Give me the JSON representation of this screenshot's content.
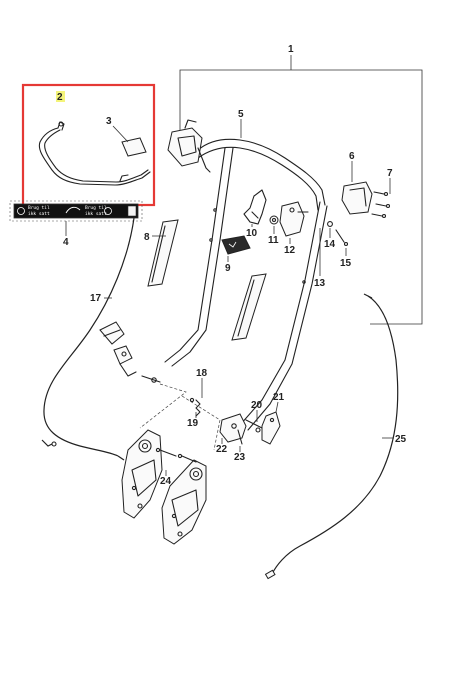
{
  "parts": [
    {
      "label": "1"
    },
    {
      "label": "2"
    },
    {
      "label": "3"
    },
    {
      "label": "4"
    },
    {
      "label": "5"
    },
    {
      "label": "6"
    },
    {
      "label": "7"
    },
    {
      "label": "8"
    },
    {
      "label": "9"
    },
    {
      "label": "10"
    },
    {
      "label": "11"
    },
    {
      "label": "12"
    },
    {
      "label": "13"
    },
    {
      "label": "14"
    },
    {
      "label": "15"
    },
    {
      "label": "17"
    },
    {
      "label": "18"
    },
    {
      "label": "19"
    },
    {
      "label": "20"
    },
    {
      "label": "21"
    },
    {
      "label": "22"
    },
    {
      "label": "23"
    },
    {
      "label": "24"
    },
    {
      "label": "25"
    }
  ],
  "sticker": {
    "left_top": "Brug til",
    "left_bottom": "ikk satt",
    "right_top": "Brug til",
    "right_bottom": "ikk satt"
  },
  "colors": {
    "highlight_box": "#e53935",
    "label_2_highlight": "#f4f47a",
    "line": "#222222",
    "sticker_bg": "#111111"
  }
}
